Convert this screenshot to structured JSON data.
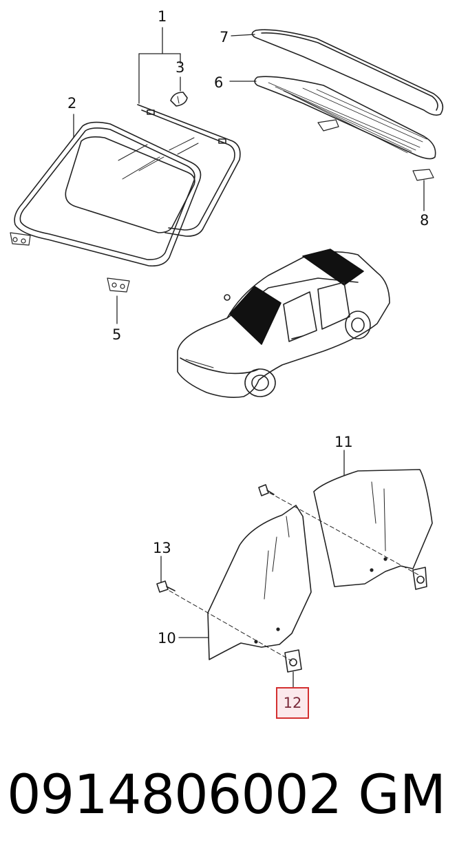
{
  "callouts": {
    "c1": "1",
    "c2": "2",
    "c3": "3",
    "c5": "5",
    "c6": "6",
    "c7": "7",
    "c8": "8",
    "c10": "10",
    "c11": "11",
    "c12": "12",
    "c13": "13"
  },
  "highlighted_callout": "12",
  "highlight_color": "#d32f2f",
  "footer": {
    "part_number": "0914806002",
    "brand": "GM"
  }
}
